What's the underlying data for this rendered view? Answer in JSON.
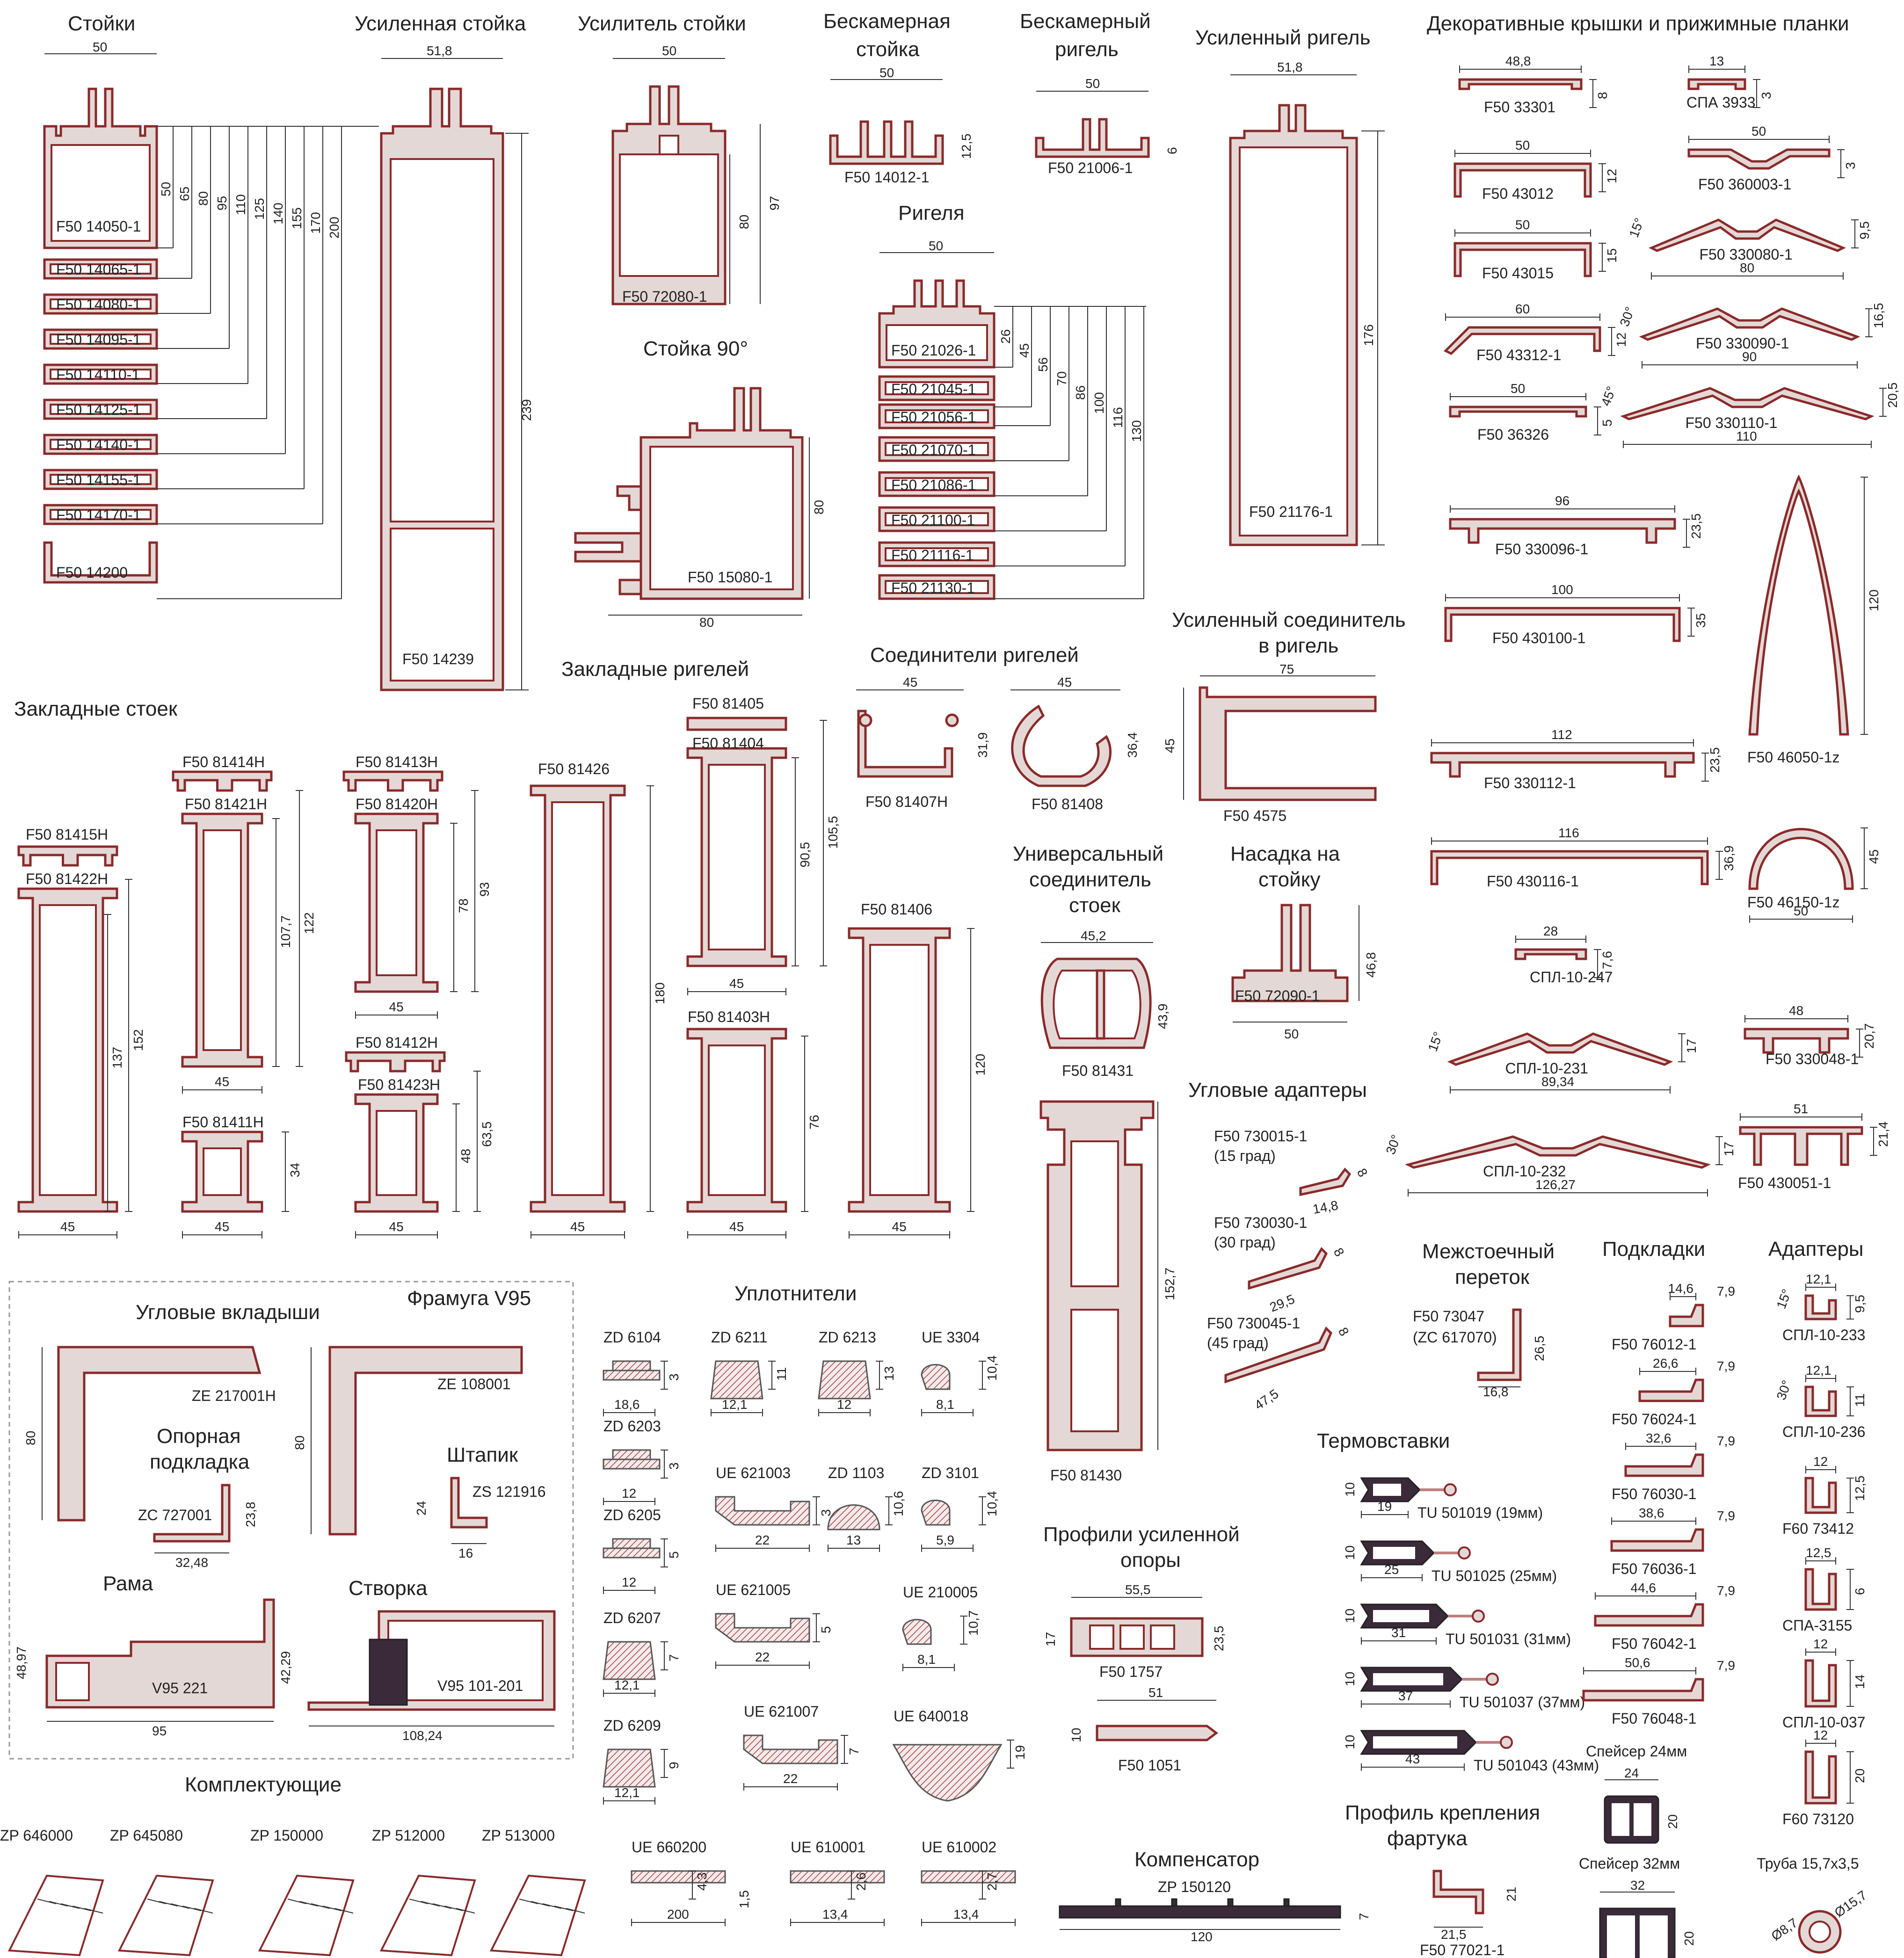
{
  "headings": {
    "stoiki": "Стойки",
    "usil_stoika": "Усиленная стойка",
    "usilitel_stoiki": "Усилитель стойки",
    "beskam_stoika": "Бескамерная стойка",
    "beskam_rigel": "Бескамерный ригель",
    "usil_rigel": "Усиленный ригель",
    "dekor": "Декоративные крышки и прижимные планки",
    "rigelya": "Ригеля",
    "stoika90": "Стойка 90°",
    "zakl_stoek": "Закладные стоек",
    "zakl_rigelei": "Закладные ригелей",
    "soed_rigelei": "Соединители ригелей",
    "usil_soed": "Усиленный соединитель в ригель",
    "univ_soed": "Универсальный соединитель стоек",
    "nasadka": "Насадка на стойку",
    "uglovye_adaptery": "Угловые адаптеры",
    "fr_title": "Фрамуга V95",
    "uglovye_vkladyshi": "Угловые вкладыши",
    "opornaya": "Опорная подкладка",
    "shtapik": "Штапик",
    "rama": "Рама",
    "stvorka": "Створка",
    "komplekt": "Комплектующие",
    "uplotniteli": "Уплотнители",
    "profili_usil_opory": "Профили усиленной опоры",
    "termovstavki": "Термовставки",
    "kompensator": "Компенсатор",
    "profil_krepl": "Профиль крепления фартука",
    "mezhstoech": "Межстоечный переток",
    "podkladki": "Подкладки",
    "adaptery": "Адаптеры",
    "speiser24": "Спейсер 24мм",
    "speiser32": "Спейсер 32мм",
    "truba": "Труба 15,7х3,5"
  },
  "stoiki": {
    "top_width": "50",
    "items": [
      "F50 14050-1",
      "F50 14065-1",
      "F50 14080-1",
      "F50 14095-1",
      "F50 14110-1",
      "F50 14125-1",
      "F50 14140-1",
      "F50 14155-1",
      "F50 14170-1",
      "F50 14200"
    ],
    "depths": [
      "50",
      "65",
      "80",
      "95",
      "110",
      "125",
      "140",
      "155",
      "170",
      "200"
    ]
  },
  "usil_stoika": {
    "label": "F50 14239",
    "width": "51,8",
    "height": "239"
  },
  "usilitel": {
    "label": "F50 72080-1",
    "width": "50",
    "h1": "80",
    "h2": "97"
  },
  "beskam_stoika": {
    "label": "F50 14012-1",
    "width": "50",
    "h": "12,5"
  },
  "beskam_rigel": {
    "label": "F50 21006-1",
    "width": "50",
    "h": "6"
  },
  "usil_rigel": {
    "label": "F50 21176-1",
    "width": "51,8",
    "height": "176"
  },
  "rigelya": {
    "top_width": "50",
    "items": [
      "F50 21026-1",
      "F50 21045-1",
      "F50 21056-1",
      "F50 21070-1",
      "F50 21086-1",
      "F50 21100-1",
      "F50 21116-1",
      "F50 21130-1"
    ],
    "depths": [
      "26",
      "45",
      "56",
      "70",
      "86",
      "100",
      "116",
      "130"
    ]
  },
  "stoika90": {
    "label": "F50 15080-1",
    "w": "80",
    "h": "80"
  },
  "dekor": [
    {
      "label": "F50 33301",
      "w": "48,8",
      "h": "8"
    },
    {
      "label": "СПА 3933",
      "w": "13",
      "h": "3"
    },
    {
      "label": "F50 43012",
      "w": "50",
      "h": "12"
    },
    {
      "label": "F50 360003-1",
      "w": "50",
      "h": "3"
    },
    {
      "label": "F50 43015",
      "w": "50",
      "h": "15"
    },
    {
      "label": "F50 330080-1",
      "w": "80",
      "h": "9,5",
      "a": "15°"
    },
    {
      "label": "F50 43312-1",
      "w": "60",
      "h": "12"
    },
    {
      "label": "F50 330090-1",
      "w": "90",
      "h": "16,5",
      "a": "30°"
    },
    {
      "label": "F50 36326",
      "w": "50",
      "h": "5"
    },
    {
      "label": "F50 330110-1",
      "w": "110",
      "h": "20,5",
      "a": "45°"
    },
    {
      "label": "F50 330096-1",
      "w": "96",
      "h": "23,5"
    },
    {
      "label": "F50 430100-1",
      "w": "100",
      "h": "35"
    },
    {
      "label": "F50 46050-1z",
      "h": "120"
    },
    {
      "label": "F50 330112-1",
      "w": "112",
      "h": "23,5"
    },
    {
      "label": "F50 430116-1",
      "w": "116",
      "h": "36,9"
    },
    {
      "label": "F50 46150-1z",
      "w": "50",
      "h": "45"
    },
    {
      "label": "СПЛ-10-247",
      "w": "28",
      "h": "7,6"
    },
    {
      "label": "СПЛ-10-231",
      "w": "89,34",
      "h": "17",
      "a": "15°"
    },
    {
      "label": "F50 330048-1",
      "w": "48",
      "h": "20,7"
    },
    {
      "label": "СПЛ-10-232",
      "w": "126,27",
      "h": "17",
      "a": "30°"
    },
    {
      "label": "F50 430051-1",
      "w": "51",
      "h": "21,4"
    }
  ],
  "zakl_stoek": [
    {
      "label": "F50 81415H"
    },
    {
      "label": "F50 81422H",
      "h": "137",
      "h2": "152",
      "w": "45"
    },
    {
      "label": "F50 81414H"
    },
    {
      "label": "F50 81421H",
      "h": "107,7",
      "h2": "122",
      "w": "45"
    },
    {
      "label": "F50 81411H",
      "h": "34",
      "w": "45"
    },
    {
      "label": "F50 81413H"
    },
    {
      "label": "F50 81420H",
      "h": "78",
      "h2": "93",
      "w": "45"
    },
    {
      "label": "F50 81412H"
    },
    {
      "label": "F50 81423H",
      "h": "48",
      "h2": "63,5",
      "w": "45"
    },
    {
      "label": "F50 81426",
      "h": "180",
      "w": "45"
    }
  ],
  "zakl_rigelei": [
    {
      "label": "F50 81405"
    },
    {
      "label": "F50 81404",
      "h": "90,5",
      "h2": "105,5",
      "w": "45"
    },
    {
      "label": "F50 81403H",
      "h": "76",
      "w": "45"
    },
    {
      "label": "F50 81406",
      "h": "120",
      "w": "45"
    }
  ],
  "soed_rigelei": [
    {
      "label": "F50 81407H",
      "w": "45",
      "h": "31,9"
    },
    {
      "label": "F50 81408",
      "w": "45",
      "h": "36,4"
    }
  ],
  "usil_soed": {
    "label": "F50 4575",
    "w": "75",
    "h": "45"
  },
  "univ_soed": [
    {
      "label": "F50 81431",
      "w": "45,2",
      "h": "43,9"
    },
    {
      "label": "F50 81430",
      "h": "152,7"
    }
  ],
  "nasadka": {
    "label": "F50 72090-1",
    "w": "50",
    "h": "46,8"
  },
  "uglovye_adaptery": [
    {
      "label": "F50 730015-1",
      "sub": "(15 град)",
      "w": "14,8",
      "h": "8"
    },
    {
      "label": "F50 730030-1",
      "sub": "(30 град)",
      "w": "29,5",
      "h": "8"
    },
    {
      "label": "F50 730045-1",
      "sub": "(45 град)",
      "w": "47,5",
      "h": "8"
    }
  ],
  "framuga": {
    "vkl1": {
      "label": "ZE 217001H",
      "h": "80"
    },
    "vkl2": {
      "label": "ZE 108001",
      "h": "80"
    },
    "opornaya": {
      "label": "ZC 727001",
      "w": "32,48",
      "h": "23,8"
    },
    "shtapik": {
      "label": "ZS 121916",
      "w": "16",
      "h": "24"
    },
    "rama": {
      "label": "V95 221",
      "w": "95",
      "h": "48,97"
    },
    "stvorka": {
      "label": "V95 101-201",
      "w": "108,24",
      "h": "42,29"
    }
  },
  "komplekt": [
    "ZP 646000",
    "ZP 645080",
    "ZP 150000",
    "ZP 512000",
    "ZP 513000"
  ],
  "uplotniteli": [
    {
      "label": "ZD 6104",
      "w": "18,6",
      "h": "3"
    },
    {
      "label": "ZD 6211",
      "w": "12,1",
      "h": "11"
    },
    {
      "label": "ZD 6213",
      "w": "12",
      "h": "13"
    },
    {
      "label": "UE 3304",
      "w": "8,1",
      "h": "10,4"
    },
    {
      "label": "ZD 6203",
      "w": "12",
      "h": "3"
    },
    {
      "label": "UE 621003",
      "w": "22",
      "h": "3"
    },
    {
      "label": "ZD 1103",
      "w": "13",
      "h": "10,6"
    },
    {
      "label": "ZD 3101",
      "w": "5,9",
      "h": "10,4"
    },
    {
      "label": "ZD 6205",
      "w": "12",
      "h": "5"
    },
    {
      "label": "UE 621005",
      "w": "22",
      "h": "5"
    },
    {
      "label": "UE 210005",
      "w": "8,1",
      "h": "10,7"
    },
    {
      "label": "ZD 6207",
      "w": "12,1",
      "h": "7"
    },
    {
      "label": "UE 621007",
      "w": "22",
      "h": "7"
    },
    {
      "label": "UE 640018",
      "h": "19"
    },
    {
      "label": "ZD 6209",
      "w": "12,1",
      "h": "9"
    },
    {
      "label": "UE 660200",
      "w": "200",
      "h": "4,3",
      "h2": "1,5"
    },
    {
      "label": "UE 610001",
      "w": "13,4",
      "h": "2,6"
    },
    {
      "label": "UE 610002",
      "w": "13,4",
      "h": "2,7"
    }
  ],
  "usil_opory": [
    {
      "label": "F50 1757",
      "w": "55,5",
      "h": "17",
      "h2": "23,5"
    },
    {
      "label": "F50 1051",
      "w": "51",
      "h": "10"
    }
  ],
  "kompensator": {
    "label": "ZP 150120",
    "w": "120",
    "h": "7"
  },
  "termovstavki": [
    {
      "label": "TU 501019 (19мм)",
      "w": "19",
      "h": "10"
    },
    {
      "label": "TU 501025 (25мм)",
      "w": "25",
      "h": "10"
    },
    {
      "label": "TU 501031 (31мм)",
      "w": "31",
      "h": "10"
    },
    {
      "label": "TU 501037 (37мм)",
      "w": "37",
      "h": "10"
    },
    {
      "label": "TU 501043 (43мм)",
      "w": "43",
      "h": "10"
    }
  ],
  "profil_krepl": {
    "label": "F50 77021-1",
    "w": "21,5",
    "h": "21"
  },
  "mezhstoech": {
    "label": "F50 73047",
    "sub": "(ZC 617070)",
    "w": "16,8",
    "h": "26,5"
  },
  "podkladki": [
    {
      "label": "F50 76012-1",
      "w": "14,6",
      "h": "7,9"
    },
    {
      "label": "F50 76024-1",
      "w": "26,6",
      "h": "7,9"
    },
    {
      "label": "F50 76030-1",
      "w": "32,6",
      "h": "7,9"
    },
    {
      "label": "F50 76036-1",
      "w": "38,6",
      "h": "7,9"
    },
    {
      "label": "F50 76042-1",
      "w": "44,6",
      "h": "7,9"
    },
    {
      "label": "F50 76048-1",
      "w": "50,6",
      "h": "7,9"
    }
  ],
  "adaptery": [
    {
      "label": "СПЛ-10-233",
      "w": "12,1",
      "h": "9,5",
      "a": "15°"
    },
    {
      "label": "СПЛ-10-236",
      "w": "12,1",
      "h": "11",
      "a": "30°"
    },
    {
      "label": "F60 73412",
      "w": "12",
      "h": "12,5"
    },
    {
      "label": "СПА-3155",
      "w": "12,5",
      "h": "6"
    },
    {
      "label": "СПЛ-10-037",
      "w": "12",
      "h": "14"
    },
    {
      "label": "F60 73120",
      "w": "12",
      "h": "20"
    }
  ],
  "speiser24": {
    "w": "24",
    "h": "20"
  },
  "speiser32": {
    "w": "32",
    "h": "20"
  },
  "truba": {
    "d1": "Ø8,7",
    "d2": "Ø15,7"
  }
}
